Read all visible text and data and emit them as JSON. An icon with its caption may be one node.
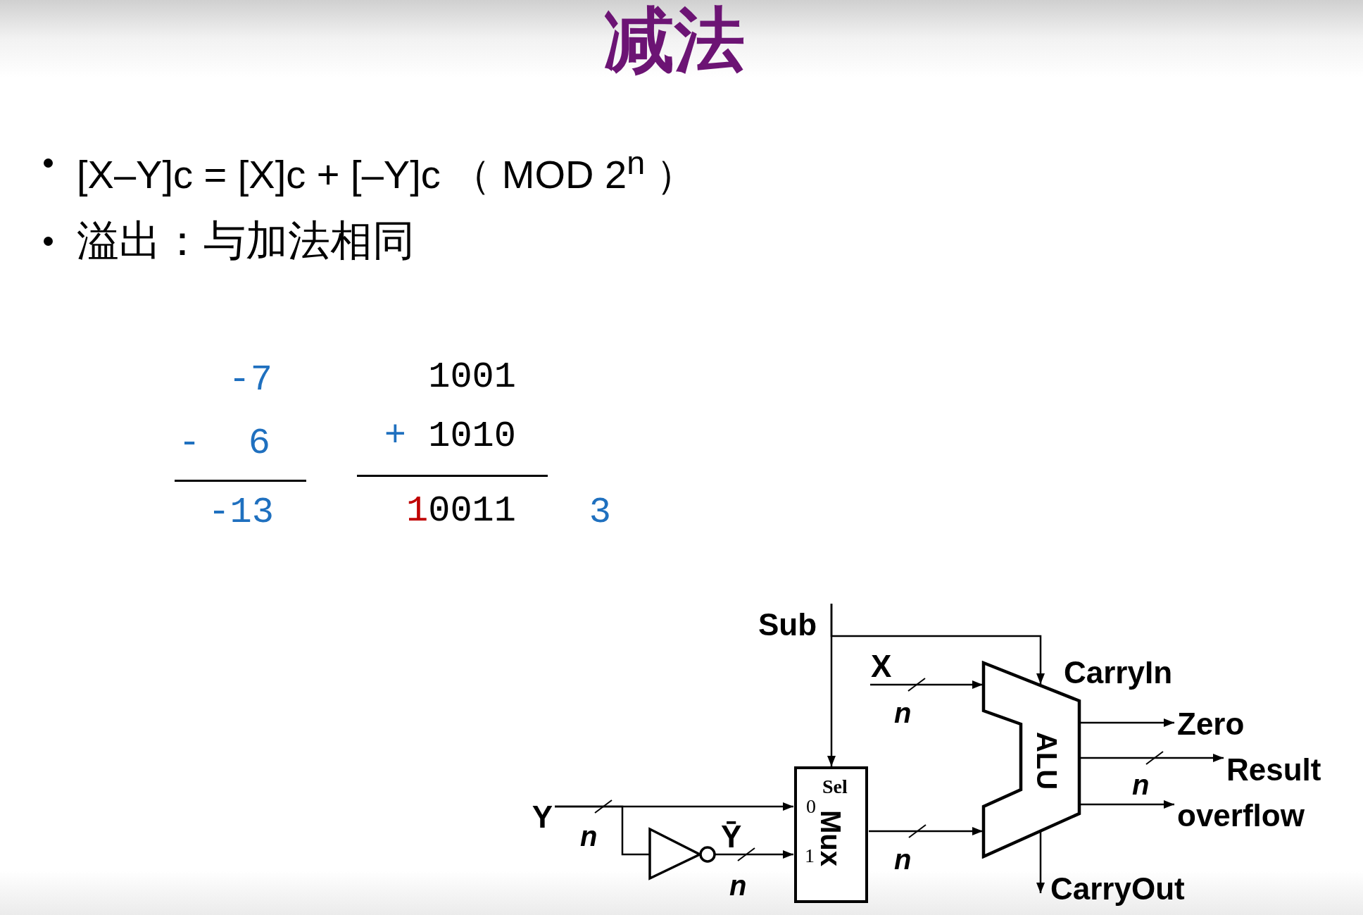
{
  "diagram": {
    "title": "减法",
    "nodes": [
      {
        "text": [
          "Sub"
        ]
      },
      {
        "text": [
          "X"
        ]
      },
      {
        "text": [
          "ALU"
        ]
      },
      {
        "text": [
          "Zero"
        ]
      },
      {
        "text": [
          "Result"
        ]
      },
      {
        "text": [
          "overflow"
        ]
      },
      {
        "text": [
          "Y"
        ]
      },
      {
        "text": [],
        "shape": "triangle"
      },
      {
        "text": [
          "Sel",
          "0",
          "1",
          "Mux"
        ]
      },
      {
        "text": [
          "CarryOut"
        ]
      }
    ],
    "edges": [
      {
        "from": 0,
        "to": 8,
        "arrow": "to"
      },
      {
        "from": 0,
        "to": 2,
        "arrow": "to"
      },
      {
        "from": 1,
        "to": 2,
        "arrow": "to"
      },
      {
        "from": 6,
        "to": 8,
        "arrow": "to"
      },
      {
        "from": 6,
        "to": 7,
        "arrow": "none"
      },
      {
        "from": 7,
        "to": 8,
        "arrow": "to",
        "label": "Ȳ"
      },
      {
        "from": 8,
        "to": 2,
        "arrow": "to"
      },
      {
        "from": 2,
        "to": 3,
        "arrow": "to"
      },
      {
        "from": 2,
        "to": 4,
        "arrow": "to"
      },
      {
        "from": 2,
        "to": 5,
        "arrow": "to"
      },
      {
        "from": 2,
        "to": 9,
        "arrow": "to"
      }
    ],
    "labels": [
      "[X–Y]c = [X]c + [–Y]c （ MOD 2$^{n}$ ）",
      "溢出：与加法相同",
      "-7",
      "1001",
      "- 6",
      "+ 1010",
      "-13",
      "10011",
      "3",
      "CarryIn",
      "n",
      "n",
      "n",
      "n",
      "n"
    ]
  }
}
